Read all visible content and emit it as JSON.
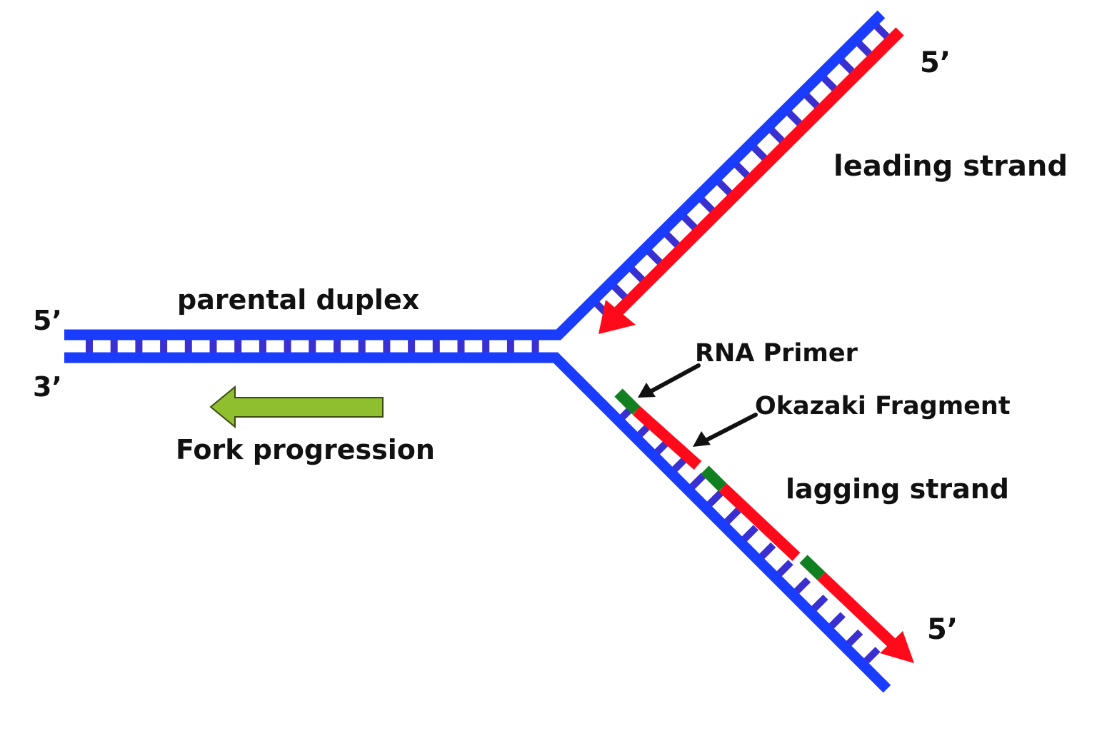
{
  "labels": {
    "parental_duplex": "parental duplex",
    "leading_strand": "leading strand",
    "lagging_strand": "lagging strand",
    "rna_primer": "RNA Primer",
    "okazaki_fragment": "Okazaki Fragment",
    "fork_progression": "Fork progression",
    "five_prime_left": "5’",
    "three_prime_left": "3’",
    "five_prime_leading": "5’",
    "five_prime_lagging": "5’"
  },
  "colors": {
    "parental": "#1a3cff",
    "rung": "#3a2fd0",
    "new_strand": "#ff0a1a",
    "primer": "#128020",
    "fork_arrow": "#8fbf2f"
  }
}
